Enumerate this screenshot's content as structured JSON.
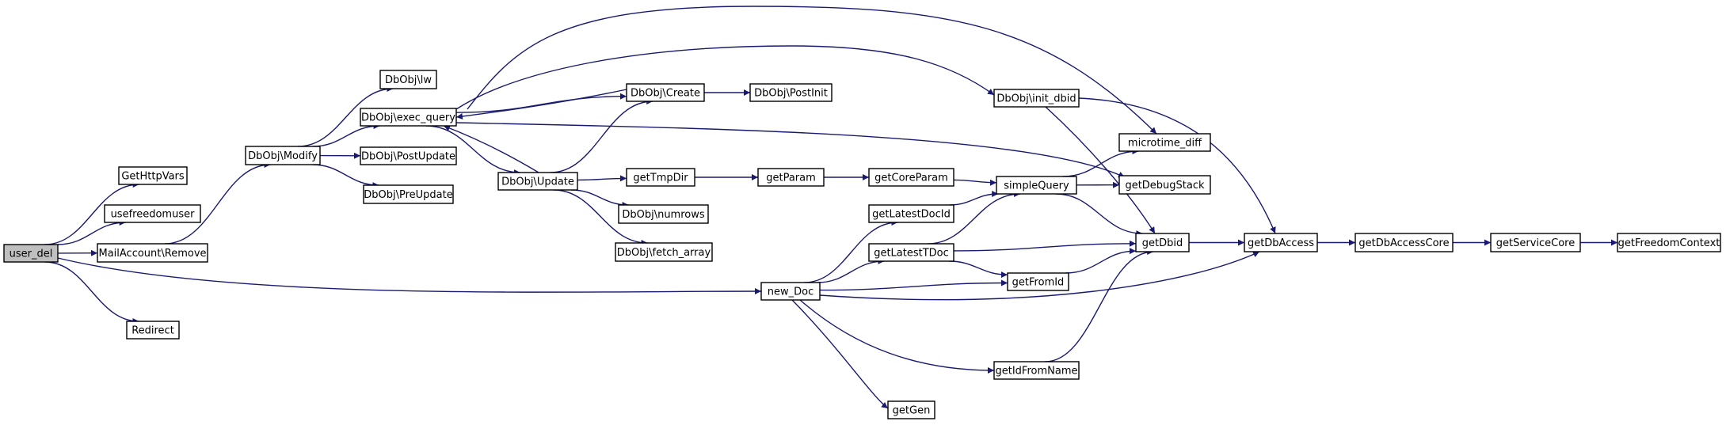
{
  "graph": {
    "edge_color": "#191970",
    "root_fill": "#bfbfbf",
    "nodes": [
      {
        "id": "user_del",
        "label": "user_del",
        "root": true
      },
      {
        "id": "GetHttpVars",
        "label": "GetHttpVars"
      },
      {
        "id": "usefreedomuser",
        "label": "usefreedomuser"
      },
      {
        "id": "MailAccount_Remove",
        "label": "MailAccount\\Remove"
      },
      {
        "id": "Redirect",
        "label": "Redirect"
      },
      {
        "id": "DbObj_Modify",
        "label": "DbObj\\Modify"
      },
      {
        "id": "DbObj_lw",
        "label": "DbObj\\lw"
      },
      {
        "id": "DbObj_exec_query",
        "label": "DbObj\\exec_query"
      },
      {
        "id": "DbObj_PostUpdate",
        "label": "DbObj\\PostUpdate"
      },
      {
        "id": "DbObj_PreUpdate",
        "label": "DbObj\\PreUpdate"
      },
      {
        "id": "DbObj_Create",
        "label": "DbObj\\Create"
      },
      {
        "id": "DbObj_PostInit",
        "label": "DbObj\\PostInit"
      },
      {
        "id": "DbObj_Update",
        "label": "DbObj\\Update"
      },
      {
        "id": "getTmpDir",
        "label": "getTmpDir"
      },
      {
        "id": "getParam",
        "label": "getParam"
      },
      {
        "id": "getCoreParam",
        "label": "getCoreParam"
      },
      {
        "id": "DbObj_numrows",
        "label": "DbObj\\numrows"
      },
      {
        "id": "DbObj_fetch_array",
        "label": "DbObj\\fetch_array"
      },
      {
        "id": "DbObj_init_dbid",
        "label": "DbObj\\init_dbid"
      },
      {
        "id": "microtime_diff",
        "label": "microtime_diff"
      },
      {
        "id": "getDebugStack",
        "label": "getDebugStack"
      },
      {
        "id": "simpleQuery",
        "label": "simpleQuery"
      },
      {
        "id": "getLatestDocId",
        "label": "getLatestDocId"
      },
      {
        "id": "getLatestTDoc",
        "label": "getLatestTDoc"
      },
      {
        "id": "getDbid",
        "label": "getDbid"
      },
      {
        "id": "getFromId",
        "label": "getFromId"
      },
      {
        "id": "new_Doc",
        "label": "new_Doc"
      },
      {
        "id": "getIdFromName",
        "label": "getIdFromName"
      },
      {
        "id": "getGen",
        "label": "getGen"
      },
      {
        "id": "getDbAccess",
        "label": "getDbAccess"
      },
      {
        "id": "getDbAccessCore",
        "label": "getDbAccessCore"
      },
      {
        "id": "getServiceCore",
        "label": "getServiceCore"
      },
      {
        "id": "getFreedomContext",
        "label": "getFreedomContext"
      }
    ],
    "edges": [
      {
        "from": "user_del",
        "to": "GetHttpVars"
      },
      {
        "from": "user_del",
        "to": "usefreedomuser"
      },
      {
        "from": "user_del",
        "to": "MailAccount_Remove"
      },
      {
        "from": "user_del",
        "to": "Redirect"
      },
      {
        "from": "user_del",
        "to": "new_Doc"
      },
      {
        "from": "MailAccount_Remove",
        "to": "DbObj_Modify"
      },
      {
        "from": "DbObj_Modify",
        "to": "DbObj_lw"
      },
      {
        "from": "DbObj_Modify",
        "to": "DbObj_exec_query"
      },
      {
        "from": "DbObj_Modify",
        "to": "DbObj_PostUpdate"
      },
      {
        "from": "DbObj_Modify",
        "to": "DbObj_PreUpdate"
      },
      {
        "from": "DbObj_exec_query",
        "to": "DbObj_Create"
      },
      {
        "from": "DbObj_exec_query",
        "to": "DbObj_Update"
      },
      {
        "from": "DbObj_exec_query",
        "to": "DbObj_init_dbid"
      },
      {
        "from": "DbObj_exec_query",
        "to": "microtime_diff"
      },
      {
        "from": "DbObj_exec_query",
        "to": "getDebugStack"
      },
      {
        "from": "DbObj_Create",
        "to": "DbObj_exec_query"
      },
      {
        "from": "DbObj_Create",
        "to": "DbObj_PostInit"
      },
      {
        "from": "DbObj_Update",
        "to": "DbObj_exec_query"
      },
      {
        "from": "DbObj_Update",
        "to": "DbObj_Create"
      },
      {
        "from": "DbObj_Update",
        "to": "getTmpDir"
      },
      {
        "from": "DbObj_Update",
        "to": "DbObj_numrows"
      },
      {
        "from": "DbObj_Update",
        "to": "DbObj_fetch_array"
      },
      {
        "from": "getTmpDir",
        "to": "getParam"
      },
      {
        "from": "getParam",
        "to": "getCoreParam"
      },
      {
        "from": "getCoreParam",
        "to": "simpleQuery"
      },
      {
        "from": "DbObj_init_dbid",
        "to": "getDbid"
      },
      {
        "from": "DbObj_init_dbid",
        "to": "getDbAccess"
      },
      {
        "from": "simpleQuery",
        "to": "microtime_diff"
      },
      {
        "from": "simpleQuery",
        "to": "getDebugStack"
      },
      {
        "from": "simpleQuery",
        "to": "getDbid"
      },
      {
        "from": "getLatestDocId",
        "to": "simpleQuery"
      },
      {
        "from": "getLatestTDoc",
        "to": "simpleQuery"
      },
      {
        "from": "getLatestTDoc",
        "to": "getDbid"
      },
      {
        "from": "getLatestTDoc",
        "to": "getFromId"
      },
      {
        "from": "new_Doc",
        "to": "getLatestDocId"
      },
      {
        "from": "new_Doc",
        "to": "getLatestTDoc"
      },
      {
        "from": "new_Doc",
        "to": "getFromId"
      },
      {
        "from": "new_Doc",
        "to": "getDbAccess"
      },
      {
        "from": "new_Doc",
        "to": "getIdFromName"
      },
      {
        "from": "new_Doc",
        "to": "getGen"
      },
      {
        "from": "getFromId",
        "to": "getDbid"
      },
      {
        "from": "getIdFromName",
        "to": "getDbid"
      },
      {
        "from": "getDbid",
        "to": "getDbAccess"
      },
      {
        "from": "getDbAccess",
        "to": "getDbAccessCore"
      },
      {
        "from": "getDbAccessCore",
        "to": "getServiceCore"
      },
      {
        "from": "getServiceCore",
        "to": "getFreedomContext"
      }
    ]
  }
}
